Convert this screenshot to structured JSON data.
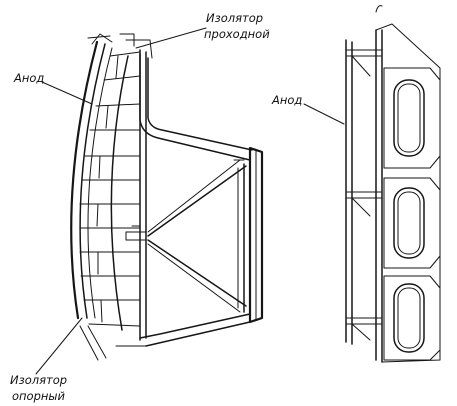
{
  "labels": {
    "insulator_feedthrough_line1": "Изолятор",
    "insulator_feedthrough_line2": "проходной",
    "anode_left": "Анод",
    "anode_right": "Анод",
    "insulator_support_line1": "Изолятор",
    "insulator_support_line2": "опорный"
  },
  "colors": {
    "ink": "#161616",
    "paper": "#ffffff"
  }
}
